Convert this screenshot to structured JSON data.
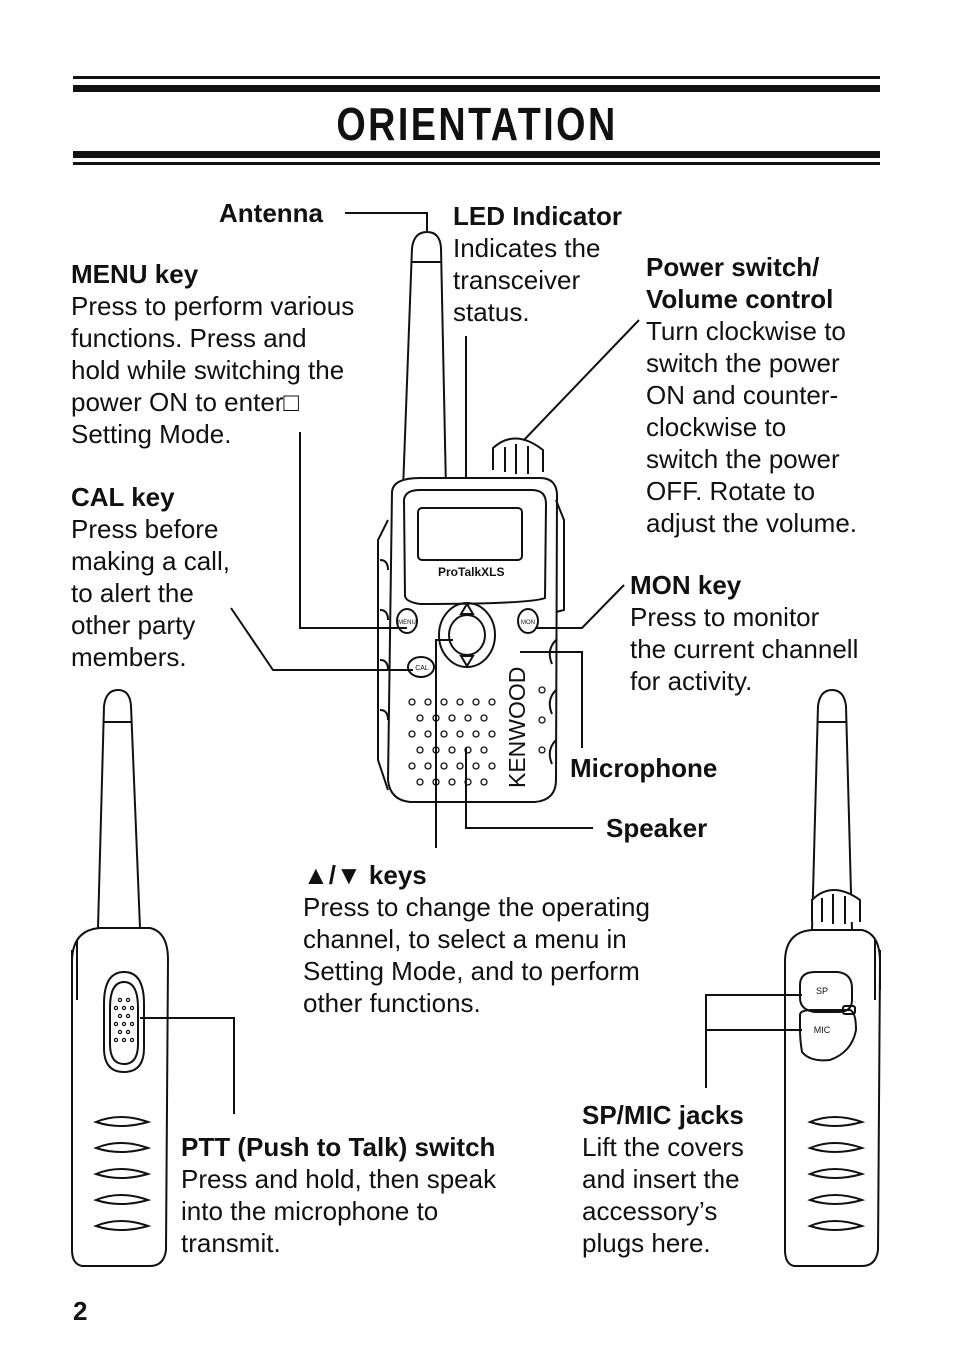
{
  "page": {
    "title": "ORIENTATION",
    "page_number": "2"
  },
  "labels": {
    "antenna": {
      "heading": "Antenna"
    },
    "led": {
      "heading": "LED Indicator",
      "body": "Indicates the\ntransceiver\nstatus."
    },
    "menu": {
      "heading": "MENU key",
      "body": "Press to perform various\nfunctions.  Press and\nhold while switching the\npower ON to enter□\nSetting Mode."
    },
    "power": {
      "heading": "Power switch/\nVolume control",
      "body": "Turn clockwise to\nswitch the power\nON and counter-\nclockwise to\nswitch the power\nOFF.  Rotate to\nadjust the volume."
    },
    "cal": {
      "heading": "CAL key",
      "body": "Press before\nmaking a call,\nto alert the\nother party\nmembers."
    },
    "mon": {
      "heading": "MON key",
      "body": "Press to monitor\nthe current channell\nfor activity."
    },
    "microphone": {
      "heading": "Microphone"
    },
    "speaker": {
      "heading": "Speaker"
    },
    "keys": {
      "heading": "▲/▼ keys",
      "body": "Press to change the operating\nchannel, to select a menu in\nSetting Mode, and to perform\nother functions."
    },
    "ptt": {
      "heading": "PTT (Push to Talk) switch",
      "body": "Press and hold, then speak\ninto the microphone to\ntransmit."
    },
    "spmic": {
      "heading": "SP/MIC jacks",
      "body": "Lift the covers\nand insert the\naccessory’s\nplugs here."
    }
  },
  "device": {
    "model_label": "ProTalkXLS",
    "brand": "KENWOOD",
    "menu_key": "MENU",
    "mon_key": "MON",
    "cal_key": "CAL",
    "sp_jack": "SP",
    "mic_jack": "MIC"
  },
  "icons": [
    "radio-front-illustration",
    "radio-left-side-illustration",
    "radio-right-side-illustration"
  ]
}
